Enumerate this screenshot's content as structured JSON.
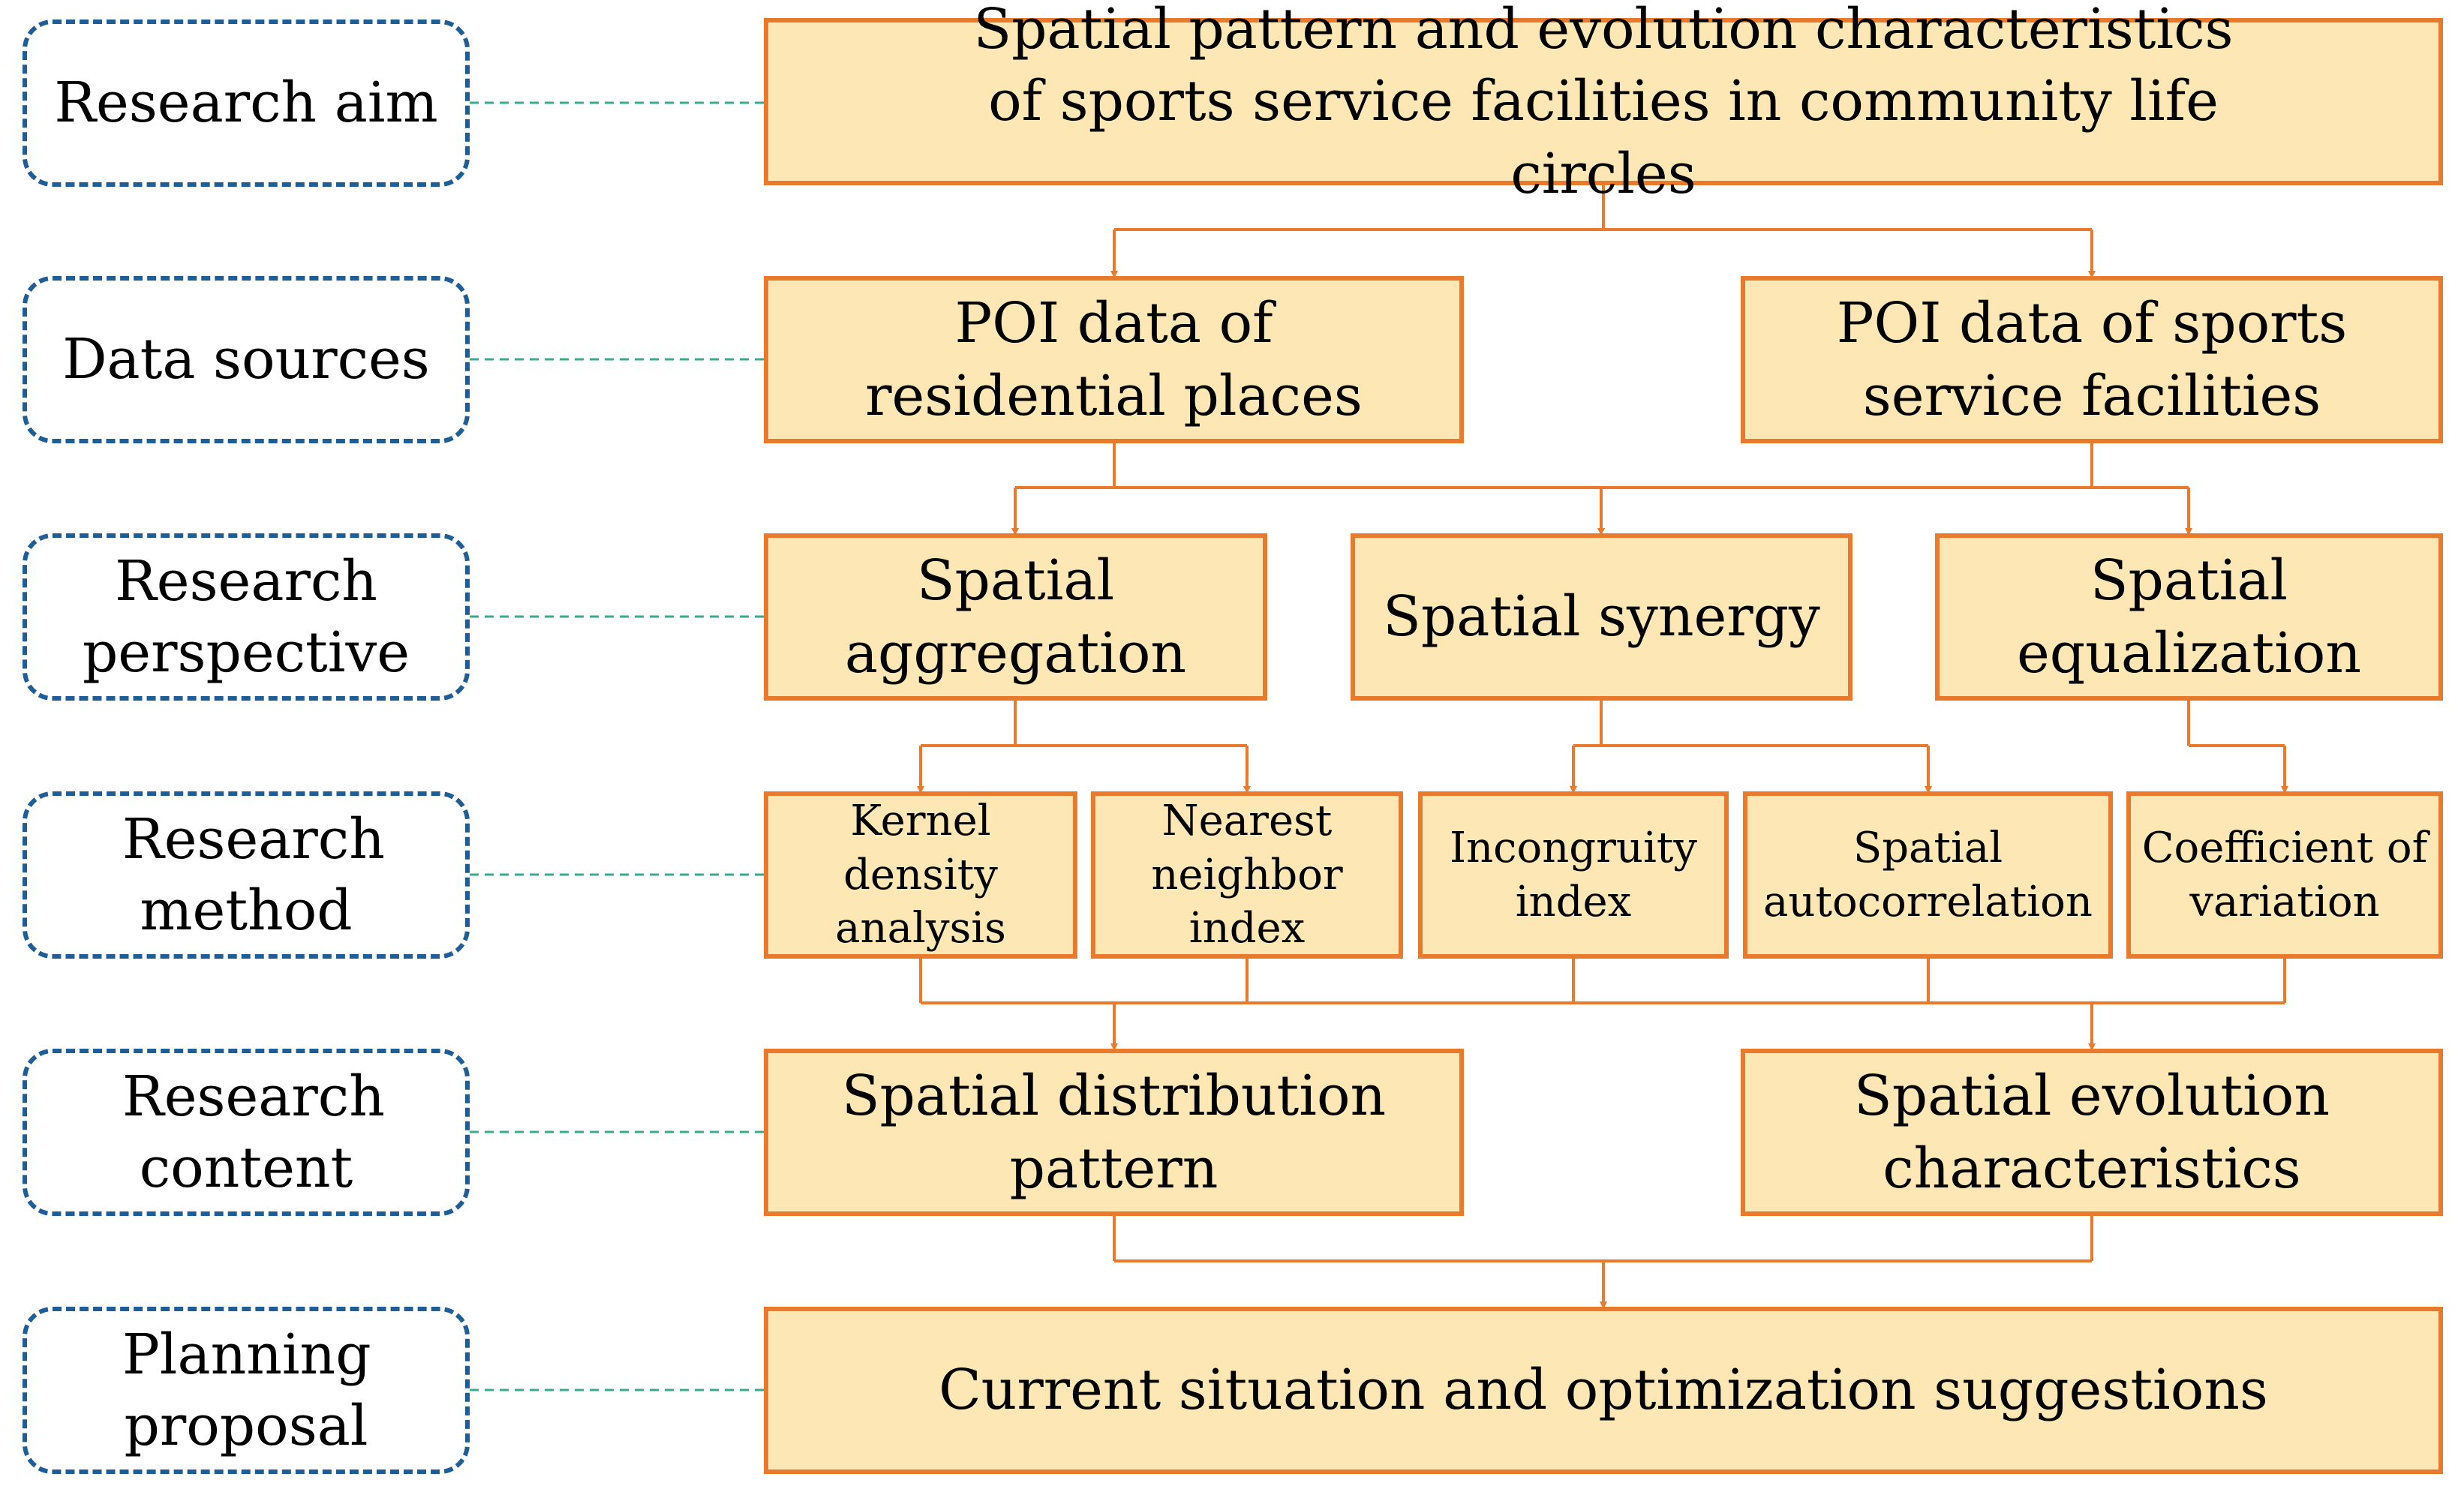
{
  "colors": {
    "box_fill": "#fde7b4",
    "box_border": "#e97a2b",
    "side_border": "#1f5d96",
    "side_connector": "#3aaa8f",
    "arrow": "#e97a2b"
  },
  "side_labels": {
    "aim": "Research aim",
    "data": "Data sources",
    "perspective": "Research perspective",
    "method": "Research method",
    "content": "Research content",
    "proposal": "Planning proposal"
  },
  "boxes": {
    "aim": "Spatial pattern and evolution characteristics of sports service facilities in community life circles",
    "data_residential": "POI data of residential places",
    "data_sports": "POI data of sports service facilities",
    "spatial_aggregation": "Spatial aggregation",
    "spatial_synergy": "Spatial synergy",
    "spatial_equalization": "Spatial equalization",
    "kernel_density": "Kernel density analysis",
    "nearest_neighbor": "Nearest neighbor index",
    "incongruity_index": "Incongruity index",
    "spatial_autocorrelation": "Spatial autocorrelation",
    "coefficient_variation": "Coefficient of variation",
    "spatial_distribution": "Spatial distribution pattern",
    "spatial_evolution": "Spatial evolution characteristics",
    "current_situation": "Current situation and optimization suggestions"
  }
}
